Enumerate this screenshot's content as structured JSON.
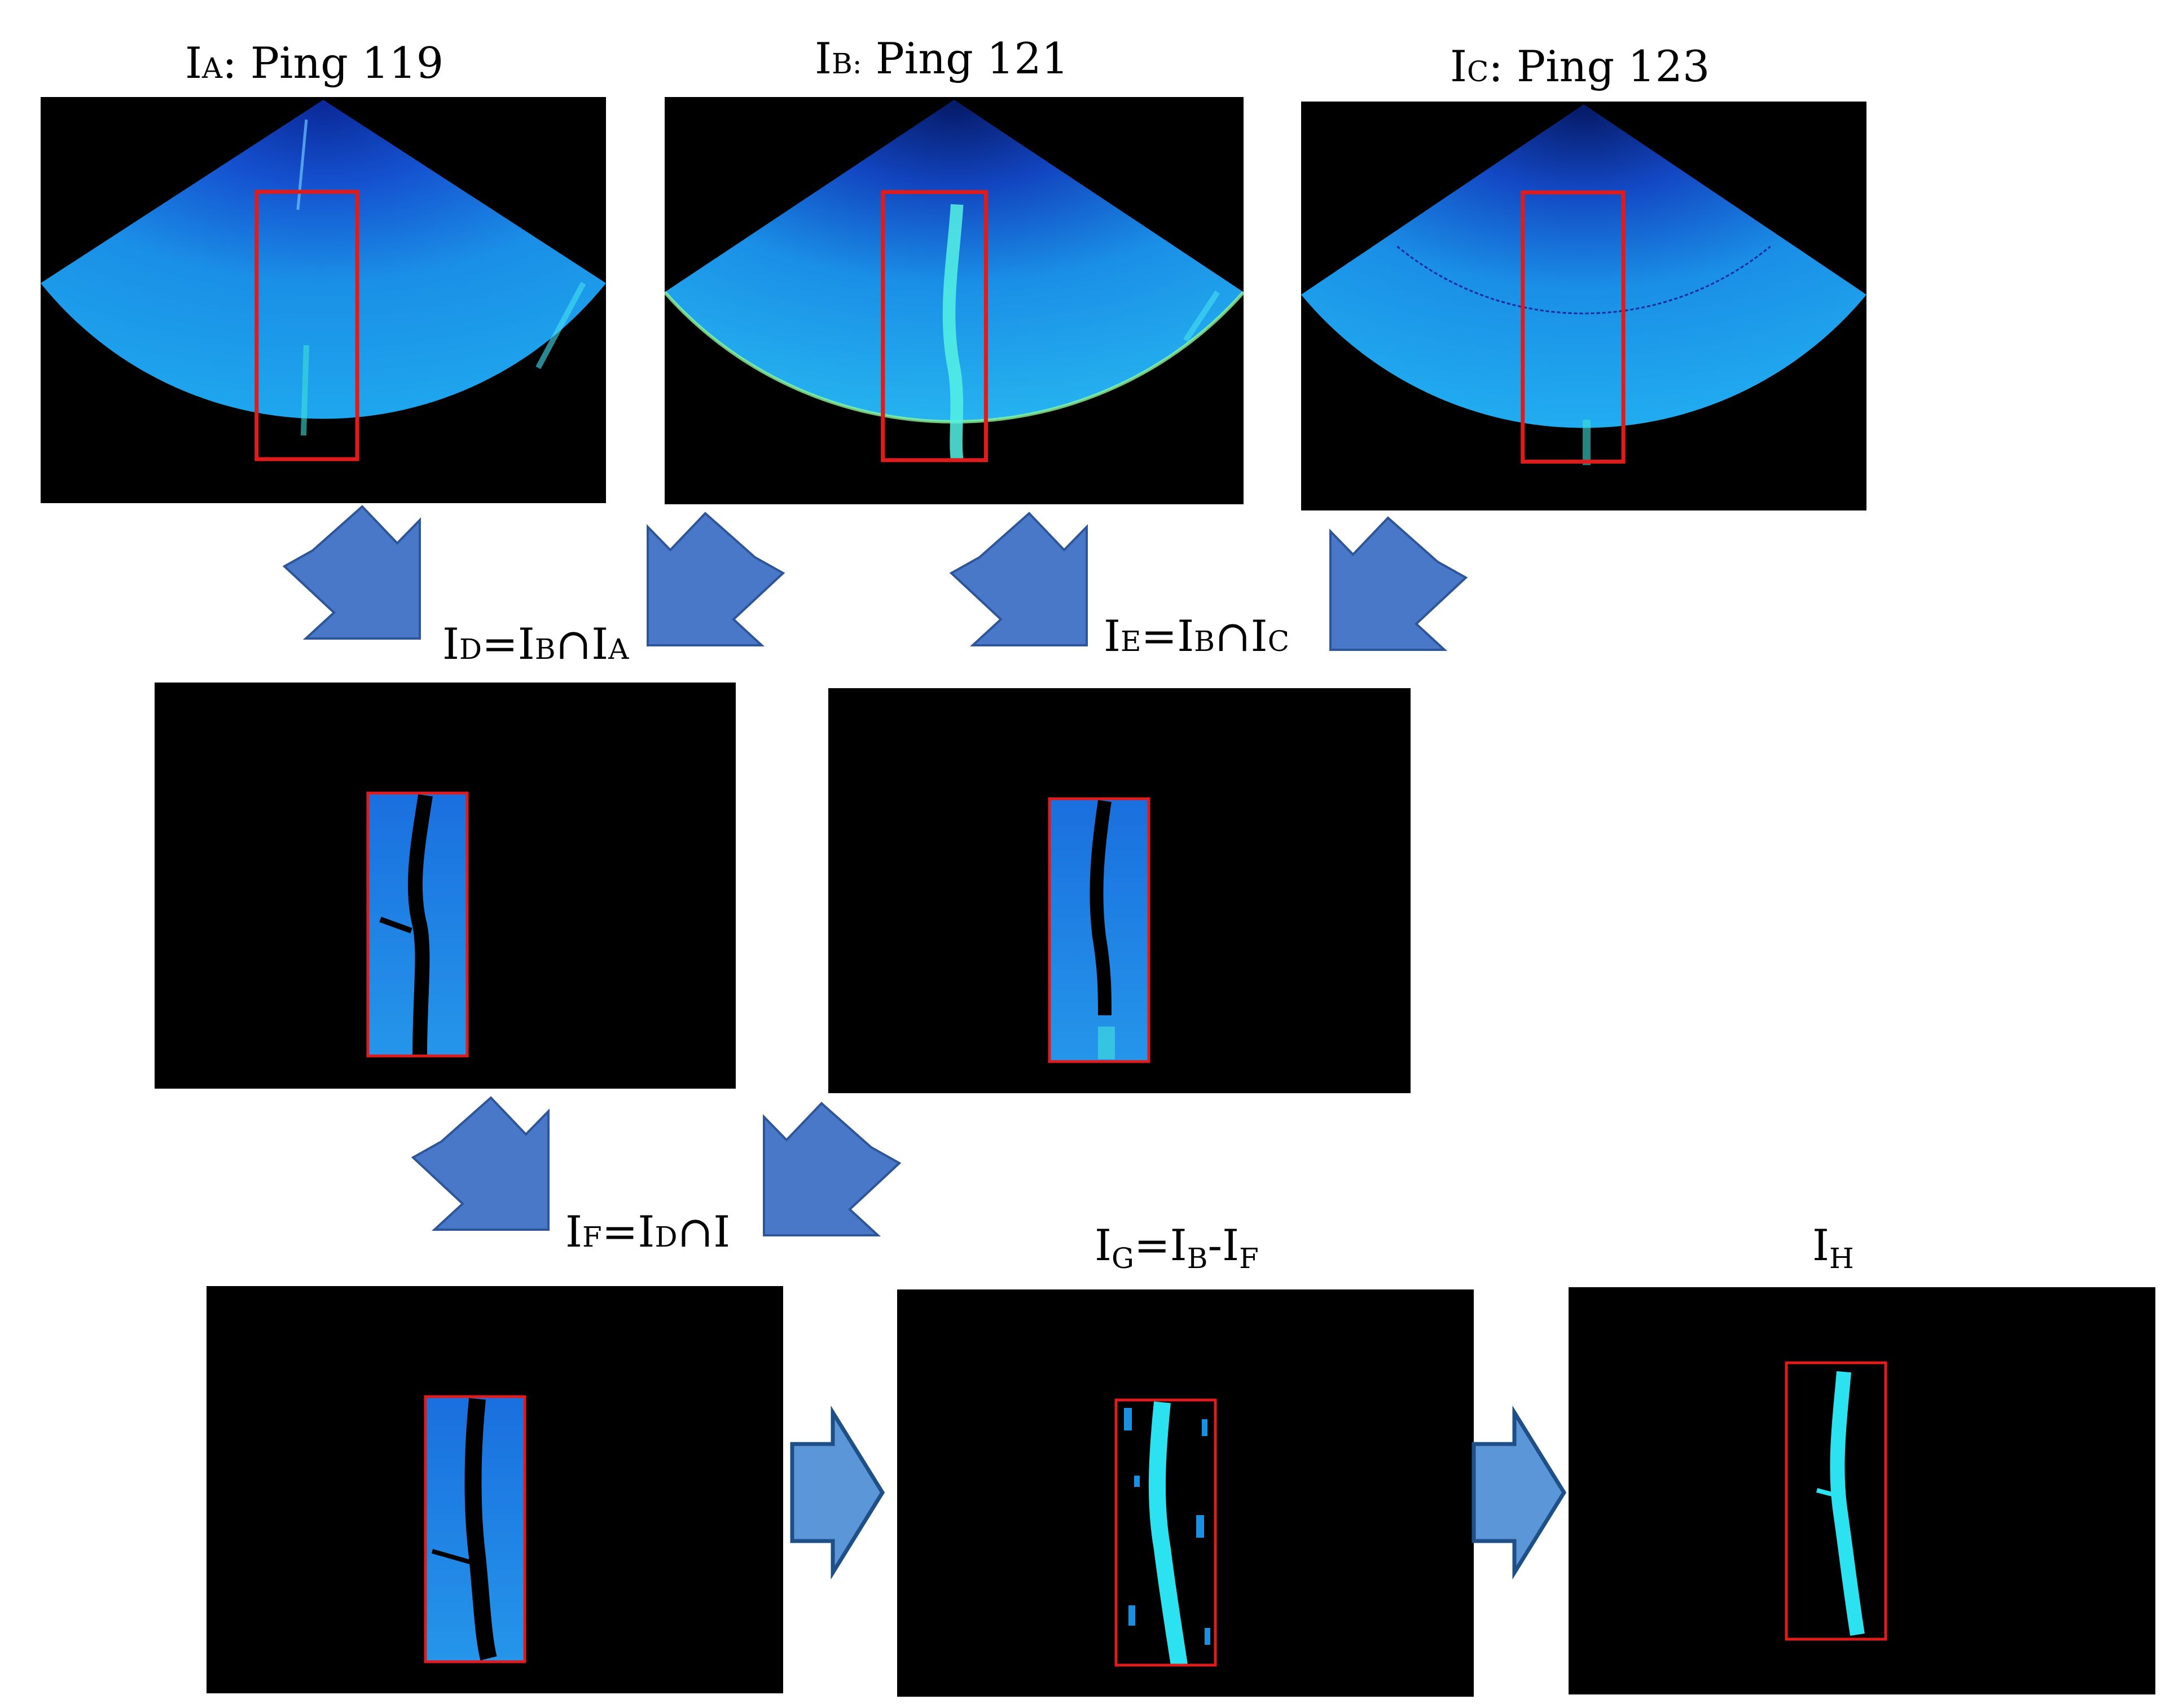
{
  "labels": {
    "ia": {
      "m1": "I",
      "s1": "A",
      "rest": ": Ping 119"
    },
    "ib": {
      "m1": "I",
      "s1": "B:",
      "rest": " Ping 121"
    },
    "ic": {
      "m1": "I",
      "s1": "C",
      "rest": ": Ping 123"
    },
    "id": {
      "m1": "I",
      "s1": "D",
      "m2": "=I",
      "s2": "B",
      "m3": "∩I",
      "s3": "A"
    },
    "ie": {
      "m1": "I",
      "s1": "E",
      "m2": "=I",
      "s2": "B",
      "m3": "∩I",
      "s3": "C"
    },
    "if": {
      "m1": "I",
      "s1": "F",
      "m2": "=I",
      "s2": "D",
      "m3": "∩I"
    },
    "ig": {
      "m1": "I",
      "s1": "G",
      "m2": "=I",
      "s2": "B",
      "m3": "-I",
      "s3": "F"
    },
    "ih": {
      "m1": "I",
      "s1": "H"
    }
  },
  "colors": {
    "sonar_fill": "#1aa3ec",
    "sonar_dark": "#0a2a9a",
    "roi_box": "#e01b1b",
    "arrow_fill": "#4a78c9",
    "arrow_stroke": "#2e5597",
    "target_cyan": "#2de2f0",
    "panel_bg": "#000000"
  }
}
